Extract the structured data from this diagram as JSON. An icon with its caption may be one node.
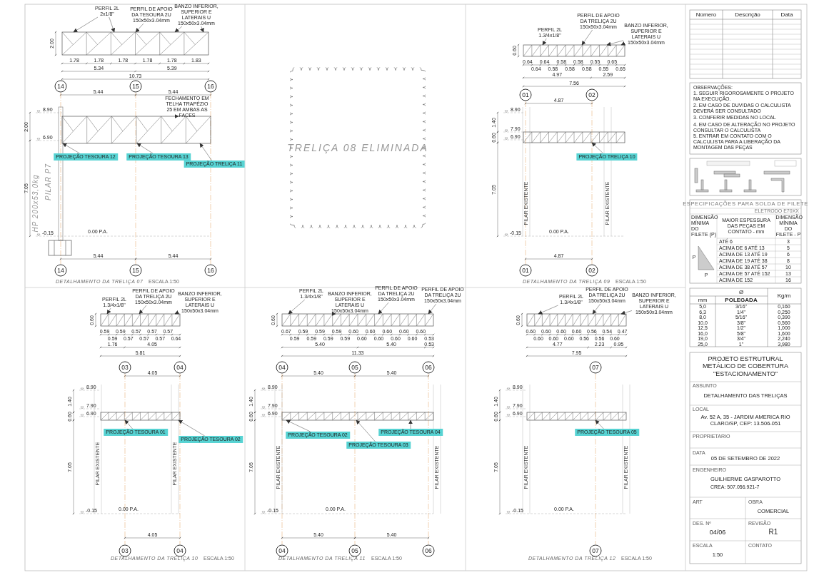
{
  "diagram": {
    "nodes": [
      {
        "text": [
          "PERFIL 2L 2x1/8\""
        ]
      },
      {
        "text": [
          "PERFIL DE APOIO DA TESOURA 2U 150x50x3.04mm"
        ]
      },
      {
        "text": [
          "BANZO INFERIOR, SUPERIOR E LATERAIS U 150x50x3.04mm"
        ]
      },
      {
        "text": [
          "14"
        ]
      },
      {
        "text": [
          "15"
        ]
      },
      {
        "text": [
          "16"
        ]
      },
      {
        "text": [
          "FECHAMENTO EM TELHA TRAPÉZIO 25 EM AMBAS AS FACES"
        ]
      },
      {
        "text": [
          "PROJEÇÃO TESOURA 12"
        ]
      },
      {
        "text": [
          "PROJEÇÃO TESOURA 13"
        ]
      },
      {
        "text": [
          "PROJEÇÃO TRELIÇA 11"
        ]
      },
      {
        "text": [
          "14"
        ]
      },
      {
        "text": [
          "15"
        ]
      },
      {
        "text": [
          "16"
        ]
      },
      {
        "text": [
          "TRELIÇA 08 ELIMINADA"
        ]
      },
      {
        "text": [
          "PERFIL 2L 1.3/4x1/8\""
        ]
      },
      {
        "text": [
          "PERFIL DE APOIO DA TRELIÇA 2U 150x50x3.04mm"
        ]
      },
      {
        "text": [
          "BANZO INFERIOR, SUPERIOR E LATERAIS U 150x50x3.04mm"
        ]
      },
      {
        "text": [
          "01"
        ]
      },
      {
        "text": [
          "02"
        ]
      },
      {
        "text": [
          "PROJEÇÃO TRELIÇA 10"
        ]
      },
      {
        "text": [
          "01"
        ]
      },
      {
        "text": [
          "02"
        ]
      },
      {
        "text": [
          "PERFIL 2L 1.3/4x1/8\""
        ]
      },
      {
        "text": [
          "PERFIL DE APOIO DA TRELIÇA 2U 150x50x3.04mm"
        ]
      },
      {
        "text": [
          "BANZO INFERIOR, SUPERIOR E LATERAIS U 150x50x3.04mm"
        ]
      },
      {
        "text": [
          "03"
        ]
      },
      {
        "text": [
          "04"
        ]
      },
      {
        "text": [
          "PROJEÇÃO TESOURA 01"
        ]
      },
      {
        "text": [
          "PROJEÇÃO TESOURA 02"
        ]
      },
      {
        "text": [
          "03"
        ]
      },
      {
        "text": [
          "04"
        ]
      },
      {
        "text": [
          "PERFIL 2L 1.3/4x1/8\""
        ]
      },
      {
        "text": [
          "BANZO INFERIOR, SUPERIOR E LATERAIS U 150x50x3.04mm"
        ]
      },
      {
        "text": [
          "PERFIL DE APOIO DA TRELIÇA 2U 150x50x3.04mm"
        ]
      },
      {
        "text": [
          "PERFIL DE APOIO DA TRELIÇA 2U 150x50x3.04mm"
        ]
      },
      {
        "text": [
          "04"
        ]
      },
      {
        "text": [
          "05"
        ]
      },
      {
        "text": [
          "06"
        ]
      },
      {
        "text": [
          "PROJEÇÃO TESOURA 02"
        ]
      },
      {
        "text": [
          "PROJEÇÃO TESOURA 03"
        ]
      },
      {
        "text": [
          "PROJEÇÃO TESOURA 04"
        ]
      },
      {
        "text": [
          "04"
        ]
      },
      {
        "text": [
          "05"
        ]
      },
      {
        "text": [
          "06"
        ]
      },
      {
        "text": [
          "PERFIL 2L 1.3/4x1/8\""
        ]
      },
      {
        "text": [
          "PERFIL DE APOIO DA TRELIÇA 2U 150x50x3.04mm"
        ]
      },
      {
        "text": [
          "BANZO INFERIOR, SUPERIOR E LATERAIS U 150x50x3.04mm"
        ]
      },
      {
        "text": [
          "07"
        ]
      },
      {
        "text": [
          "PROJEÇÃO TESOURA 05"
        ]
      },
      {
        "text": [
          "07"
        ]
      },
      {
        "text": [],
        "shape": "picture"
      },
      {
        "text": [],
        "shape": "picture"
      },
      {
        "text": [],
        "shape": "picture"
      },
      {
        "text": [],
        "shape": "picture"
      },
      {
        "text": [],
        "shape": "picture"
      },
      {
        "text": [],
        "shape": "picture"
      },
      {
        "text": [],
        "shape": "picture"
      },
      {
        "text": [],
        "shape": "picture"
      },
      {
        "text": [],
        "shape": "picture"
      },
      {
        "text": [],
        "shape": "picture"
      }
    ],
    "edges": [
      {
        "from": 0,
        "to": 50,
        "arrow": "to"
      },
      {
        "from": 0,
        "to": 50,
        "arrow": "to"
      },
      {
        "from": 1,
        "to": 50,
        "arrow": "to"
      },
      {
        "from": 2,
        "to": 50,
        "arrow": "to"
      },
      {
        "from": 2,
        "to": 50,
        "arrow": "to"
      },
      {
        "from": 6,
        "to": 51,
        "arrow": "to"
      },
      {
        "from": 7,
        "to": 51,
        "arrow": "to"
      },
      {
        "from": 8,
        "to": 51,
        "arrow": "to"
      },
      {
        "from": 9,
        "to": 51,
        "arrow": "to"
      },
      {
        "from": 14,
        "to": 52,
        "arrow": "to"
      },
      {
        "from": 15,
        "to": 52,
        "arrow": "to"
      },
      {
        "from": 16,
        "to": 52,
        "arrow": "to"
      },
      {
        "from": 16,
        "to": 52,
        "arrow": "to"
      },
      {
        "from": 19,
        "to": 53,
        "arrow": "to"
      },
      {
        "from": 22,
        "to": 54,
        "arrow": "to"
      },
      {
        "from": 23,
        "to": 54,
        "arrow": "to"
      },
      {
        "from": 24,
        "to": 54,
        "arrow": "to"
      },
      {
        "from": 27,
        "to": 55,
        "arrow": "to"
      },
      {
        "from": 28,
        "to": 55,
        "arrow": "to"
      },
      {
        "from": 31,
        "to": 56,
        "arrow": "to"
      },
      {
        "from": 32,
        "to": 56,
        "arrow": "to"
      },
      {
        "from": 33,
        "to": 56,
        "arrow": "to"
      },
      {
        "from": 34,
        "to": 56,
        "arrow": "to"
      },
      {
        "from": 38,
        "to": 57,
        "arrow": "to"
      },
      {
        "from": 39,
        "to": 57,
        "arrow": "to"
      },
      {
        "from": 40,
        "to": 57,
        "arrow": "to"
      },
      {
        "from": 44,
        "to": 58,
        "arrow": "to"
      },
      {
        "from": 45,
        "to": 58,
        "arrow": "to"
      },
      {
        "from": 46,
        "to": 58,
        "arrow": "to"
      },
      {
        "from": 48,
        "to": 59,
        "arrow": "to"
      }
    ],
    "labels": [
      "2.00",
      "1.78",
      "1.78",
      "1.78",
      "1.78",
      "1.78",
      "1.83",
      "5.34",
      "5.39",
      "10.73",
      "5.44",
      "5.44",
      "8.90",
      "6.90",
      "2.00",
      "7.05",
      "PILAR P7",
      "HP 200x53,0kg",
      "-0.15",
      "0.00 P.A.",
      "5.44",
      "5.44",
      "DETALHAMENTO DA TRELIÇA 07",
      "ESCALA 1:50",
      "0.60",
      "0.64",
      "0.64",
      "0.64",
      "0.58",
      "0.58",
      "0.58",
      "0.58",
      "0.58",
      "0.55",
      "0.55",
      "0.65",
      "0.65",
      "4.97",
      "2.59",
      "7.56",
      "4.87",
      "8.90",
      "7.90",
      "6.90",
      "1.40",
      "0.60",
      "7.05",
      "PILAR EXISTENTE",
      "PILAR EXISTENTE",
      "-0.15",
      "0.00 P.A.",
      "4.87",
      "DETALHAMENTO DA TRELIÇA 09",
      "ESCALA 1:50",
      "0.60",
      "0.59",
      "0.59",
      "0.59",
      "0.57",
      "0.57",
      "0.57",
      "0.57",
      "0.57",
      "0.57",
      "0.64",
      "1.76",
      "4.05",
      "5.81",
      "4.05",
      "8.90",
      "7.90",
      "6.90",
      "1.40",
      "0.60",
      "7.05",
      "PILAR EXISTENTE",
      "PILAR EXISTENTE",
      "-0.15",
      "0.00 P.A.",
      "4.05",
      "DETALHAMENTO DA TRELIÇA 10",
      "ESCALA 1:50",
      "0.60",
      "0.67",
      "0.59",
      "0.59",
      "0.59",
      "0.59",
      "0.59",
      "0.59",
      "0.59",
      "0.60",
      "0.60",
      "0.60",
      "0.60",
      "0.60",
      "0.60",
      "0.60",
      "0.60",
      "0.60",
      "0.53",
      "5.40",
      "5.40",
      "0.53",
      "11.33",
      "5.40",
      "5.40",
      "8.90",
      "7.90",
      "6.90",
      "1.40",
      "0.60",
      "7.05",
      "PILAR EXISTENTE",
      "PILAR EXISTENTE",
      "-0.15",
      "0.00 P.A.",
      "5.40",
      "5.40",
      "DETALHAMENTO DA TRELIÇA 11",
      "ESCALA 1:50",
      "0.60",
      "0.60",
      "0.60",
      "0.60",
      "0.60",
      "0.60",
      "0.60",
      "0.60",
      "0.56",
      "0.56",
      "0.56",
      "0.54",
      "0.60",
      "0.47",
      "4.77",
      "2.23",
      "0.95",
      "7.95",
      "8.90",
      "7.90",
      "6.90",
      "1.40",
      "0.60",
      "7.05",
      "PILAR EXISTENTE",
      "PILAR EXISTENTE",
      "-0.15",
      "0.00 P.A.",
      "DETALHAMENTO DA TRELIÇA 12",
      "ESCALA 1:50",
      "Número",
      "Descrição",
      "Data",
      "OBSERVAÇÕES:",
      "1. SEGUIR RIGOROSAMENTE O PROJETO NA EXECUÇÃO.",
      "2. EM CASO DE DUVIDAS O CALCULISTA DEVERÁ SER CONSULTADO",
      "3. CONFERIR MEDIDAS NO LOCAL",
      "4. EM CASO DE ALTERAÇÃO NO PROJETO CONSULTAR O CALCULISTA",
      "5. ENTRAR EM CONTATO COM O CALCULISTA PARA A LIBERAÇÃO DA MONTAGEM DAS PEÇAS",
      "ESPECIFICAÇÕES PARA SOLDA DE FILETE",
      "ELETRODO E70XX",
      "DIMENSÃO MÍNIMA DO FILETE (P)",
      "MAIOR ESPESSURA DAS PEÇAS EM CONTATO - mm",
      "DIMENSÃO MÍNIMA DO FILETE - P",
      "ATÉ 6",
      "3",
      "ACIMA DE 6 ATÉ 13",
      "5",
      "ACIMA DE 13 ATÉ 19",
      "6",
      "ACIMA DE 19 ATÉ 38",
      "8",
      "ACIMA DE 38 ATÉ 57",
      "10",
      "ACIMA DE 57 ATÉ 152",
      "13",
      "ACIMA DE 152",
      "16",
      "P",
      "P",
      "Ø",
      "Kg/m",
      "mm",
      "POLEGADA",
      "5,0",
      "3/16\"",
      "0,160",
      "6,3",
      "1/4\"",
      "0,250",
      "8,0",
      "5/16\"",
      "0,390",
      "10,0",
      "3/8\"",
      "0,560",
      "12,5",
      "1/2\"",
      "1,000",
      "16,0",
      "5/8\"",
      "1,600",
      "19,0",
      "3/4\"",
      "2,240",
      "25,0",
      "1\"",
      "3,980",
      "PROJETO ESTRUTURAL METÁLICO DE COBERTURA \"ESTACIONAMENTO\"",
      "ASSUNTO",
      "DETALHAMENTO DAS TRELIÇAS",
      "LOCAL",
      "Av. 52 A, 35 - JARDIM AMERICA RIO CLARO/SP, CEP: 13.506-051",
      "PROPRIETARIO",
      "DATA",
      "05 DE SETEMBRO DE 2022",
      "ENGENHEIRO",
      "GUILHERME GASPAROTTO",
      "CREA: 507.056.921-7",
      "ART",
      "OBRA",
      "COMERCIAL",
      "DES. Nº",
      "04/06",
      "REVISÃO",
      "R1",
      "ESCALA",
      "1:50",
      "CONTATO"
    ]
  }
}
